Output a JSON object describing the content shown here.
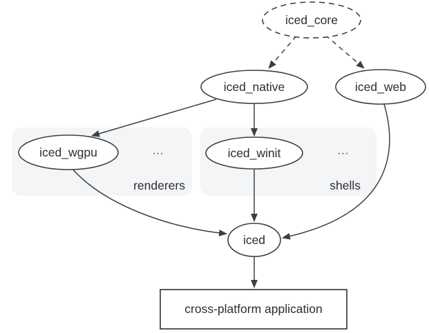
{
  "diagram": {
    "nodes": {
      "iced_core": {
        "label": "iced_core",
        "shape": "ellipse",
        "border": "dashed"
      },
      "iced_native": {
        "label": "iced_native",
        "shape": "ellipse",
        "border": "solid"
      },
      "iced_web": {
        "label": "iced_web",
        "shape": "ellipse",
        "border": "solid"
      },
      "iced_wgpu": {
        "label": "iced_wgpu",
        "shape": "ellipse",
        "border": "solid",
        "group": "renderers"
      },
      "iced_winit": {
        "label": "iced_winit",
        "shape": "ellipse",
        "border": "solid",
        "group": "shells"
      },
      "iced": {
        "label": "iced",
        "shape": "ellipse",
        "border": "solid"
      },
      "application": {
        "label": "cross-platform application",
        "shape": "rect",
        "border": "solid"
      }
    },
    "groups": {
      "renderers": {
        "label": "renderers",
        "ellipsis": "..."
      },
      "shells": {
        "label": "shells",
        "ellipsis": "..."
      }
    },
    "edges": [
      {
        "from": "iced_core",
        "to": "iced_native",
        "style": "dashed"
      },
      {
        "from": "iced_core",
        "to": "iced_web",
        "style": "dashed"
      },
      {
        "from": "iced_native",
        "to": "iced_wgpu",
        "style": "solid"
      },
      {
        "from": "iced_native",
        "to": "iced_winit",
        "style": "solid"
      },
      {
        "from": "iced_wgpu",
        "to": "iced",
        "style": "solid"
      },
      {
        "from": "iced_winit",
        "to": "iced",
        "style": "solid"
      },
      {
        "from": "iced_web",
        "to": "iced",
        "style": "solid"
      },
      {
        "from": "iced",
        "to": "application",
        "style": "solid"
      }
    ],
    "colors": {
      "background": "#ffffff",
      "group_fill": "#f4f5f7",
      "group_label": "#1a73e8",
      "stroke": "#3c4043",
      "text": "#2b2e31"
    }
  }
}
